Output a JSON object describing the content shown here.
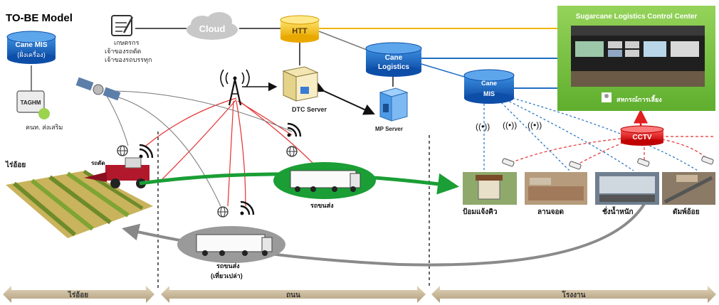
{
  "title": "TO-BE Model",
  "nodes": {
    "cane_mis_left": {
      "line1": "Cane MIS",
      "line2": "(ฝั่งเครื่อง)"
    },
    "tablet_screen": "TAGHM",
    "tablet_caption": "คนท. ส่งเสริม",
    "farmer_note": [
      "เกษตรกร",
      "เจ้าของรถตัด",
      "เจ้าของรถบรรทุก"
    ],
    "cloud": "Cloud",
    "htt": "HTT",
    "dtc_server": "DTC Server",
    "cane_logistics": {
      "line1": "Cane",
      "line2": "Logistics"
    },
    "mp_server": "MP Server",
    "cane_mis_right": {
      "line1": "Cane",
      "line2": "MIS"
    },
    "control_center_title": "Sugarcane Logistics Control Center",
    "control_center_caption": "สหกรณ์การเลี้ยง",
    "cctv": "CCTV",
    "harvester_label": "รถตัด",
    "field_label": "ไร่อ้อย",
    "truck_loaded_label": "รถขนส่ง",
    "truck_empty_label": "รถขนส่ง",
    "truck_empty_sub": "(เที่ยวเปล่า)",
    "stations": [
      "ป้อมแจ้งคิว",
      "ลานจอด",
      "ชั่งน้ำหนัก",
      "ดัมพ์อ้อย"
    ]
  },
  "zones": [
    "ไร่อ้อย",
    "ถนน",
    "โรงงาน"
  ],
  "colors": {
    "blue_cylinder": "#1565c0",
    "htt_yellow": "#f6c400",
    "control_green": "#7dc242",
    "cctv_red": "#e02020",
    "flow_green": "#1a9e35",
    "zone_arrow": "#c9b99a",
    "red_link": "#e53030",
    "yellow_link": "#f0b400"
  }
}
